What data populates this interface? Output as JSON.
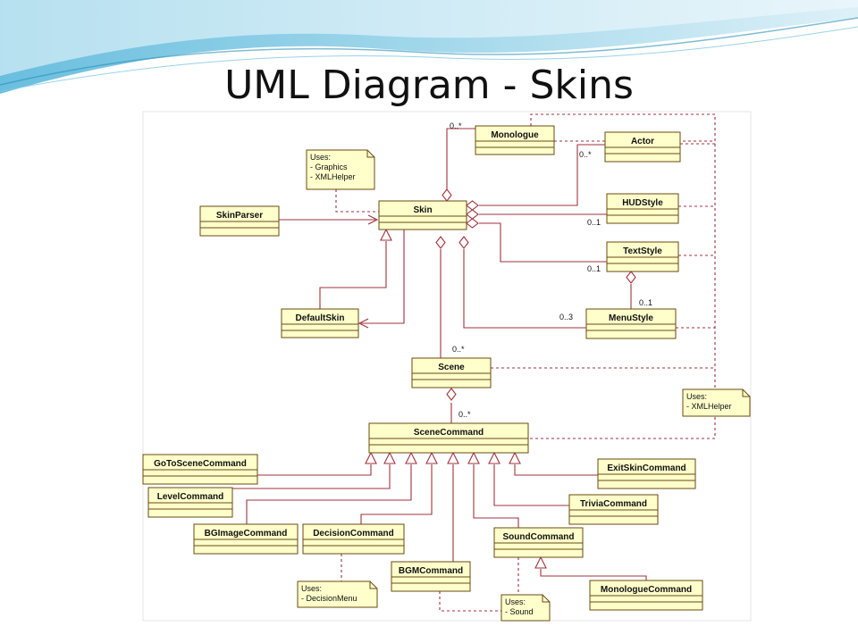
{
  "slide": {
    "title": "UML Diagram - Skins",
    "accent_colors": [
      "#7ec8e3",
      "#bfe4f2",
      "#2a8fb8"
    ]
  },
  "diagram": {
    "classes": [
      {
        "id": "skin-parser",
        "label": "SkinParser"
      },
      {
        "id": "skin",
        "label": "Skin"
      },
      {
        "id": "monologue",
        "label": "Monologue"
      },
      {
        "id": "actor",
        "label": "Actor"
      },
      {
        "id": "hud-style",
        "label": "HUDStyle"
      },
      {
        "id": "text-style",
        "label": "TextStyle"
      },
      {
        "id": "default-skin",
        "label": "DefaultSkin"
      },
      {
        "id": "menu-style",
        "label": "MenuStyle"
      },
      {
        "id": "scene",
        "label": "Scene"
      },
      {
        "id": "scene-command",
        "label": "SceneCommand"
      },
      {
        "id": "goto-scene-command",
        "label": "GoToSceneCommand"
      },
      {
        "id": "level-command",
        "label": "LevelCommand"
      },
      {
        "id": "bgimage-command",
        "label": "BGImageCommand"
      },
      {
        "id": "decision-command",
        "label": "DecisionCommand"
      },
      {
        "id": "bgm-command",
        "label": "BGMCommand"
      },
      {
        "id": "sound-command",
        "label": "SoundCommand"
      },
      {
        "id": "exit-skin-command",
        "label": "ExitSkinCommand"
      },
      {
        "id": "trivia-command",
        "label": "TriviaCommand"
      },
      {
        "id": "monologue-command",
        "label": "MonologueCommand"
      }
    ],
    "notes": [
      {
        "id": "note-skin-uses",
        "lines": [
          "Uses:",
          "- Graphics",
          "- XMLHelper"
        ]
      },
      {
        "id": "note-xmlhelper",
        "lines": [
          "Uses:",
          "- XMLHelper"
        ]
      },
      {
        "id": "note-decisionmenu",
        "lines": [
          "Uses:",
          "- DecisionMenu"
        ]
      },
      {
        "id": "note-sound",
        "lines": [
          "Uses:",
          "- Sound"
        ]
      }
    ],
    "multiplicities": [
      {
        "id": "mult-monologue",
        "text": "0..*"
      },
      {
        "id": "mult-actor",
        "text": "0..*"
      },
      {
        "id": "mult-hudstyle",
        "text": "0..1"
      },
      {
        "id": "mult-textstyle",
        "text": "0..1"
      },
      {
        "id": "mult-menustyle-text",
        "text": "0..1"
      },
      {
        "id": "mult-menustyle",
        "text": "0..3"
      },
      {
        "id": "mult-scene",
        "text": "0..*"
      },
      {
        "id": "mult-scenecommand",
        "text": "0..*"
      }
    ]
  }
}
